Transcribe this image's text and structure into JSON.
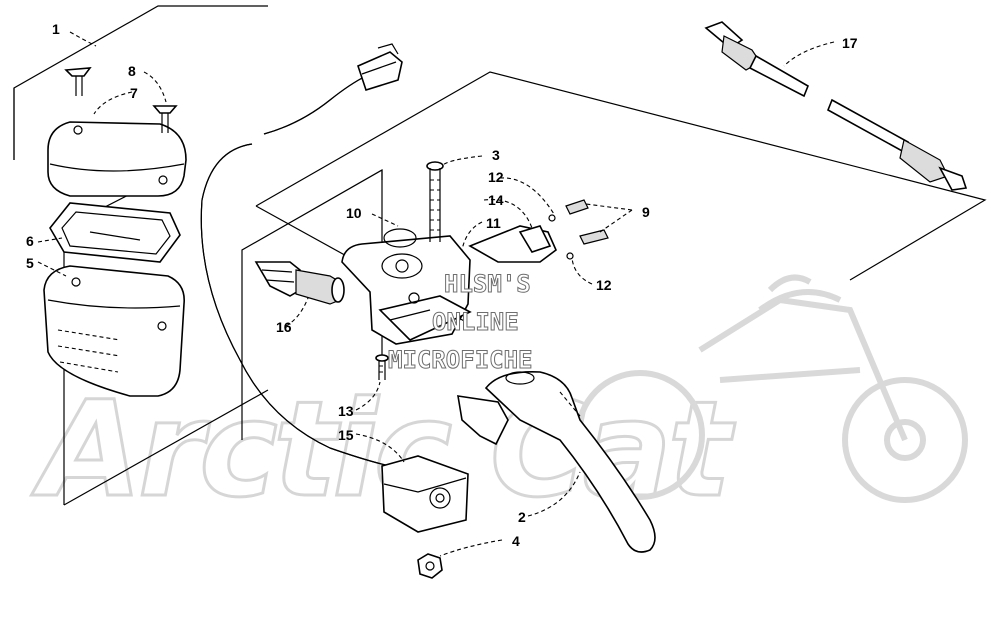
{
  "diagram": {
    "callouts": [
      "1",
      "2",
      "3",
      "4",
      "5",
      "6",
      "7",
      "8",
      "9",
      "10",
      "11",
      "12",
      "12",
      "13",
      "14",
      "15",
      "16",
      "17"
    ],
    "watermark_lines": [
      "HLSM'S",
      "ONLINE",
      "MICROFICHE"
    ],
    "brand_watermark": "Arctic Cat"
  }
}
